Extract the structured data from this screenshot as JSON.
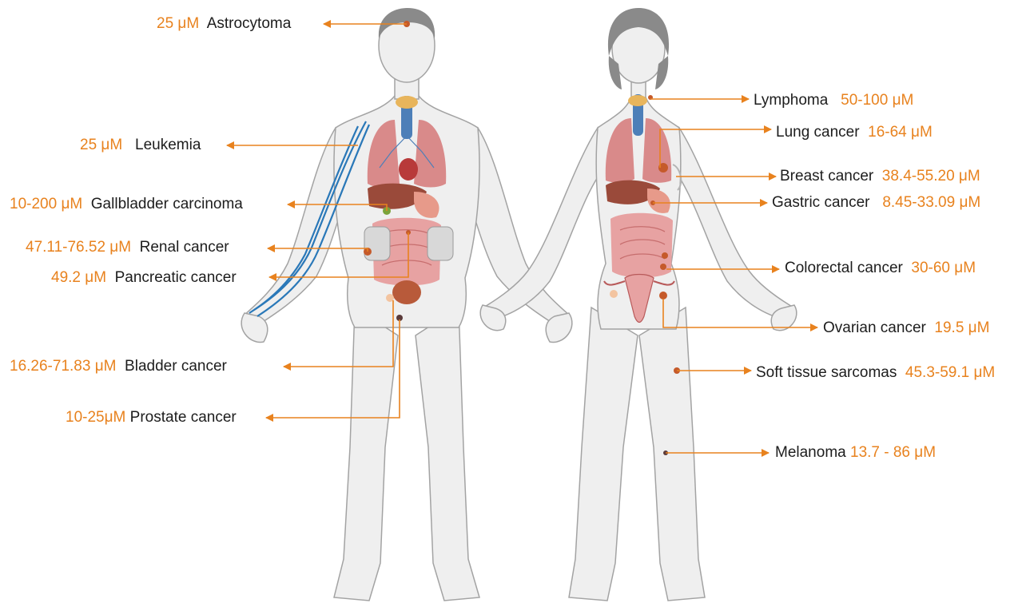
{
  "colors": {
    "accent": "#e8821e",
    "text": "#1d1d1d",
    "skin": "#efefef",
    "outline": "#9a9a9a",
    "hair": "#8a8a8a",
    "organ": "#d98a8a",
    "vessel": "#2a78b8"
  },
  "figures": [
    {
      "key": "male",
      "name": "male-figure"
    },
    {
      "key": "female",
      "name": "female-figure"
    }
  ],
  "annotations": {
    "left": [
      {
        "key": "astrocytoma",
        "value": "25 μM",
        "name": "Astrocytoma"
      },
      {
        "key": "leukemia",
        "value": "25 μM",
        "name": "Leukemia"
      },
      {
        "key": "gallbladder",
        "value": "10-200 μM",
        "name": "Gallbladder carcinoma"
      },
      {
        "key": "renal",
        "value": "47.11-76.52 μM",
        "name": "Renal cancer"
      },
      {
        "key": "pancreatic",
        "value": "49.2 μM",
        "name": "Pancreatic cancer"
      },
      {
        "key": "bladder",
        "value": "16.26-71.83 μM",
        "name": "Bladder cancer"
      },
      {
        "key": "prostate",
        "value": "10-25μM",
        "name": "Prostate cancer"
      }
    ],
    "right": [
      {
        "key": "lymphoma",
        "name": "Lymphoma",
        "value": "50-100 μM"
      },
      {
        "key": "lung",
        "name": "Lung cancer",
        "value": "16-64 μM"
      },
      {
        "key": "breast",
        "name": "Breast cancer",
        "value": "38.4-55.20 μM"
      },
      {
        "key": "gastric",
        "name": "Gastric cancer",
        "value": "8.45-33.09 μM"
      },
      {
        "key": "colorectal",
        "name": "Colorectal cancer",
        "value": "30-60 μM"
      },
      {
        "key": "ovarian",
        "name": "Ovarian cancer",
        "value": "19.5 μM"
      },
      {
        "key": "sarcoma",
        "name": "Soft tissue sarcomas",
        "value": "45.3-59.1 μM"
      },
      {
        "key": "melanoma",
        "name": "Melanoma",
        "value": "13.7 - 86 μM"
      }
    ]
  }
}
